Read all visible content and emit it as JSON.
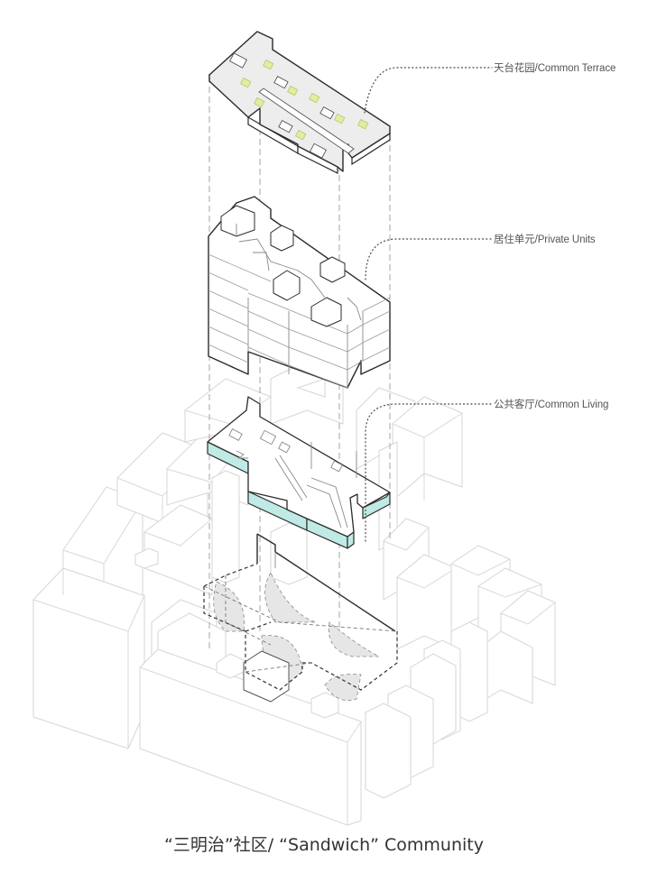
{
  "diagram": {
    "type": "exploded-axonometric",
    "layers": [
      {
        "id": "roof",
        "label": "天台花园/Common Terrace",
        "zh": "天台花园",
        "en": "Common Terrace",
        "accent": "#dfeea0"
      },
      {
        "id": "units",
        "label": "居住单元/Private Units",
        "zh": "居住单元",
        "en": "Private Units",
        "accent": "#ffffff"
      },
      {
        "id": "living",
        "label": "公共客厅/Common Living",
        "zh": "公共客厅",
        "en": "Common Living",
        "accent": "#bfeae6"
      },
      {
        "id": "base",
        "label": "",
        "zh": "",
        "en": "",
        "accent": "#e6e6e6"
      }
    ],
    "caption": "“三明治”社区/ “Sandwich” Community",
    "colors": {
      "line_dark": "#2b2b2b",
      "context_line": "#d6d6d6",
      "terrace_pad": "#dfeea0",
      "living_band": "#bfeae6",
      "hatch": "#e6e6e6",
      "background": "#ffffff"
    }
  }
}
